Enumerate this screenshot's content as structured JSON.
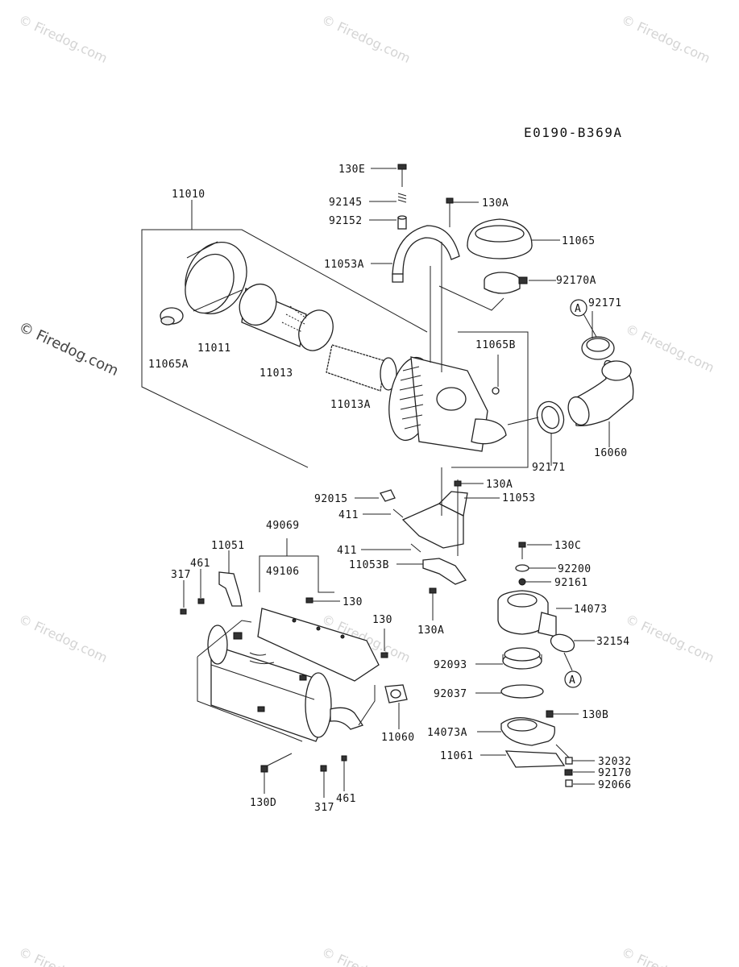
{
  "diagram_code": "E0190-B369A",
  "watermark": "© Firedog.com",
  "side_watermark": "© Firedog.com",
  "callouts": {
    "c11010": "11010",
    "c11011": "11011",
    "c11065A": "11065A",
    "c11013": "11013",
    "c11013A": "11013A",
    "c130E": "130E",
    "c92145": "92145",
    "c92152": "92152",
    "c11053A": "11053A",
    "c130A_top": "130A",
    "c11065": "11065",
    "c92170A": "92170A",
    "c92171_top": "92171",
    "c11065B": "11065B",
    "c92171_mid": "92171",
    "c16060": "16060",
    "c92015": "92015",
    "c130A_mid": "130A",
    "c11053": "11053",
    "c411_a": "411",
    "c411_b": "411",
    "c11053B": "11053B",
    "c130A_low": "130A",
    "c49069": "49069",
    "c11051": "11051",
    "c461_a": "461",
    "c317_a": "317",
    "c49106": "49106",
    "c130_a": "130",
    "c130_b": "130",
    "c11060": "11060",
    "c130D": "130D",
    "c317_b": "317",
    "c461_b": "461",
    "c130C": "130C",
    "c92200": "92200",
    "c92161": "92161",
    "c14073": "14073",
    "c32154": "32154",
    "c92093": "92093",
    "c92037": "92037",
    "c130B": "130B",
    "c14073A": "14073A",
    "c11061": "11061",
    "c32032": "32032",
    "c92170": "92170",
    "c92066": "92066",
    "refA_top": "A",
    "refA_bottom": "A"
  }
}
